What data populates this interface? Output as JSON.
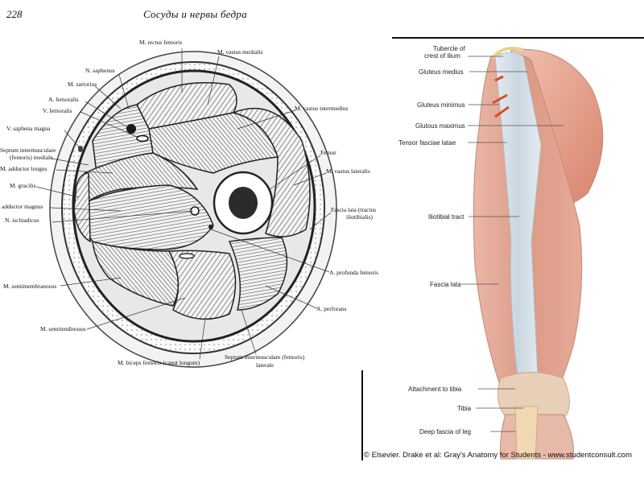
{
  "header": {
    "page_number": "228",
    "title": "Сосуды и нервы бедра"
  },
  "cross_section_labels": [
    "M. rectus femoris",
    "M. vastus medialis",
    "N. saphenus",
    "M. sartorius",
    "A. femoralis",
    "V. femoralis",
    "M. vastus intermedius",
    "V. saphena magna",
    "Septum intermusculare",
    "(femoris) mediale",
    "M. adductor longus",
    "Femur",
    "M. vastus lateralis",
    "M. gracilis",
    "adductor magnus",
    "N. ischiadicus",
    "Fascia lata (tractus",
    "iliotibialis)",
    "A. profunda femoris",
    "M. semimembranosus",
    "A. perforans",
    "M. semitendinosus",
    "Septum intermusculare (femoris)",
    "laterale",
    "M. biceps femoris (caput longum)"
  ],
  "leg_labels": [
    "Tubercle of",
    "crest of ilium",
    "Gluteus medius",
    "Gluteus minimus",
    "Glutous maximus",
    "Tensor fasciae latae",
    "Iliotibial tract",
    "Fascia lata",
    "Attachment to tibia",
    "Tibia",
    "Deep fascia of leg"
  ],
  "credit": "© Elsevier. Drake et al: Gray's Anatomy for Students - www.studentconsult.com",
  "colors": {
    "muscle": "#e2a491",
    "muscle_dark": "#c9786a",
    "fascia": "#d3dde6",
    "fat_ring": "#efefef",
    "ink": "#222222"
  }
}
